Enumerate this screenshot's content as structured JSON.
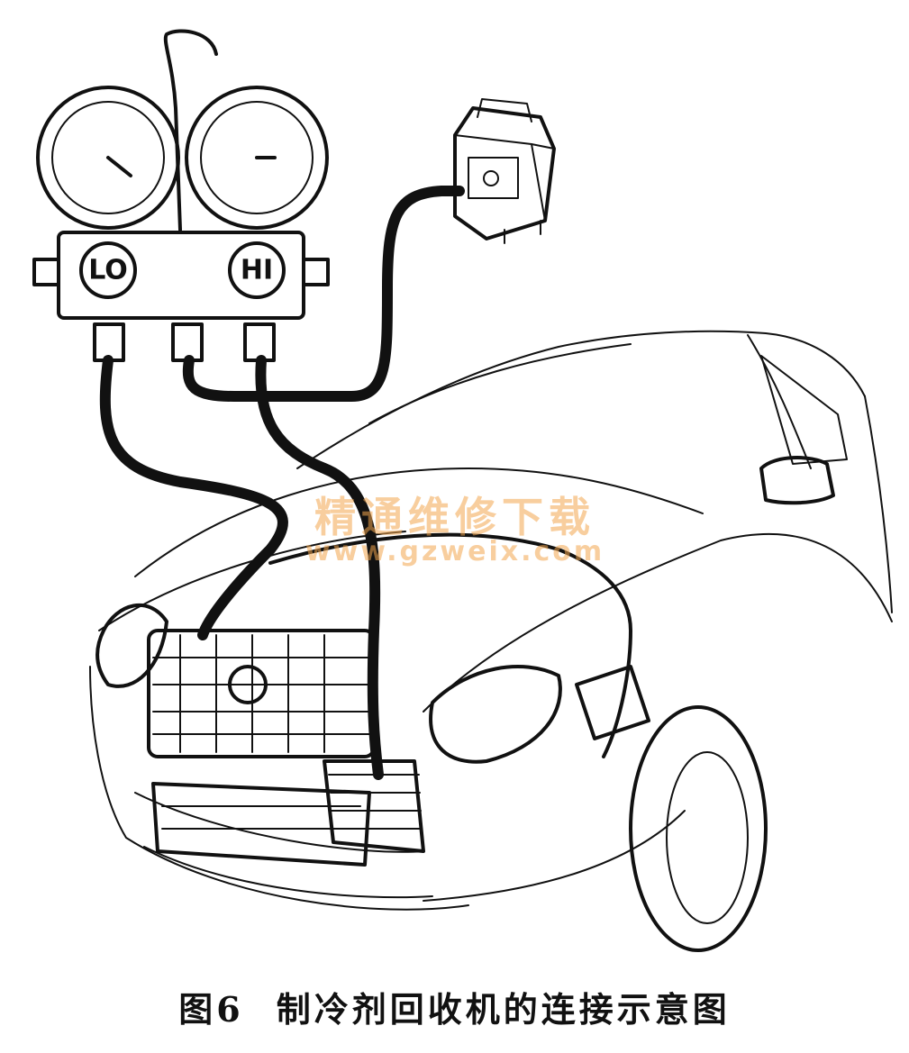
{
  "figure": {
    "gauge_low_label": "LO",
    "gauge_high_label": "HI",
    "watermark_cn": "精通维修下载",
    "watermark_url": "www.gzweix.com"
  },
  "caption": {
    "number": "图6",
    "text": "制冷剂回收机的连接示意图"
  }
}
